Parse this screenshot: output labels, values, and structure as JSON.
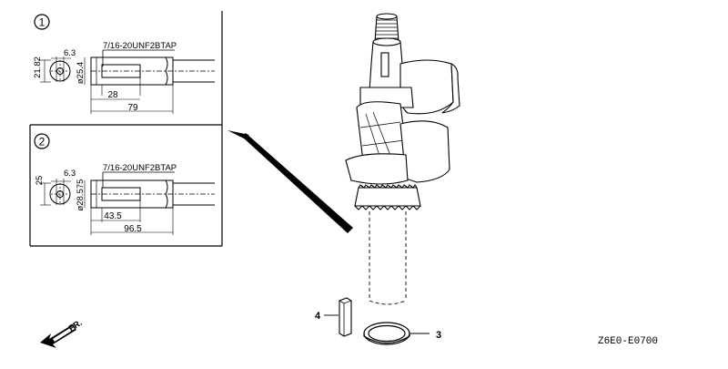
{
  "panel1": {
    "number": "1",
    "tap_spec": "7/16-20UNF2BTAP",
    "dim_height": "21.82",
    "dim_key": "6.3",
    "dim_diameter": "ø25.4",
    "dim_tap_depth": "28",
    "dim_length": "79"
  },
  "panel2": {
    "number": "2",
    "tap_spec": "7/16-20UNF2BTAP",
    "dim_height": "25",
    "dim_key": "6.3",
    "dim_diameter": "ø28.575",
    "dim_tap_depth": "43.5",
    "dim_length": "96.5"
  },
  "callouts": {
    "key": "4",
    "washer": "3"
  },
  "front_marker": "FR.",
  "diagram_code": "Z6E0-E0700"
}
